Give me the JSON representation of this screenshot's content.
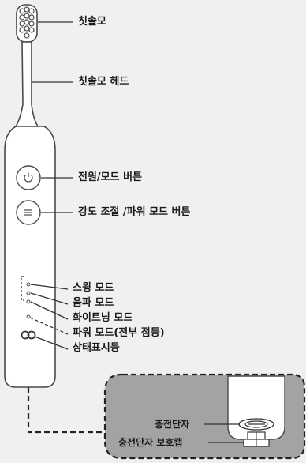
{
  "labels": {
    "bristles": "칫솔모",
    "brush_head": "칫솔모 헤드",
    "power_mode_button": "전원/모드 버튼",
    "intensity_button": "강도 조절 /파워 모드 버튼",
    "swing_mode": "스윙 모드",
    "sonic_mode": "음파 모드",
    "whitening_mode": "화이트닝 모드",
    "power_mode_all_on": "파워 모드(전부 점등)",
    "status_indicator": "상태표시등",
    "charging_terminal": "충전단자",
    "terminal_cap": "충전단자 보호캡"
  },
  "icons": {
    "power": "power-icon",
    "menu": "menu-icon",
    "logo": "brand-logo"
  },
  "colors": {
    "background": "#f0f0f0",
    "outline": "#4a4a4a",
    "inset_fill": "#a3a3a3"
  }
}
